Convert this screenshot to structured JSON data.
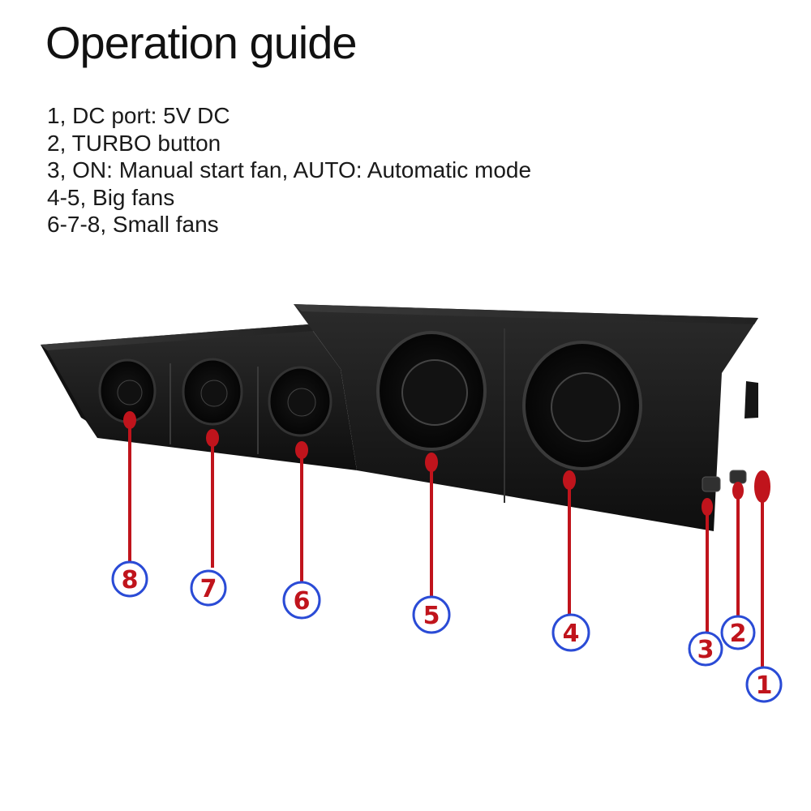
{
  "title": "Operation guide",
  "items": [
    "1, DC port: 5V DC",
    "2, TURBO button",
    "3, ON: Manual start fan, AUTO: Automatic mode",
    "4-5, Big fans",
    "6-7-8, Small fans"
  ],
  "callouts": [
    "1",
    "2",
    "3",
    "4",
    "5",
    "6",
    "7",
    "8"
  ],
  "colors": {
    "callout_line": "#c0141c",
    "callout_ring": "#2a4bd6",
    "callout_number": "#c0141c",
    "device_body": "#1a1a1a"
  }
}
